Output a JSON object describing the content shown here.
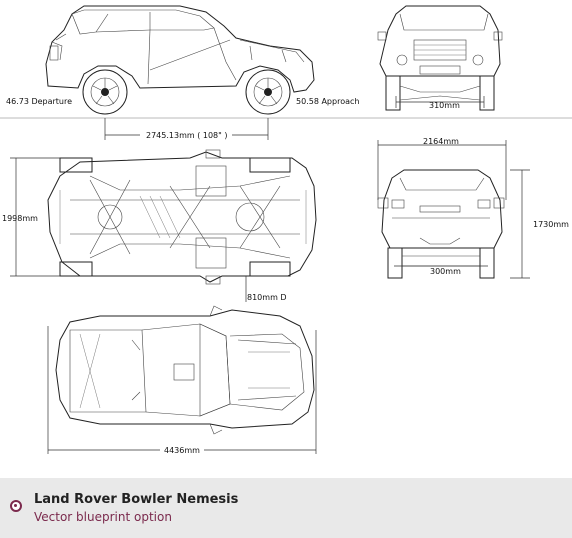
{
  "dimensions": {
    "departure": "46.73 Departure",
    "approach": "50.58 Approach",
    "wheelbase": "2745.13mm ( 108\" )",
    "front_track_top": "310mm",
    "rear_width": "2164mm",
    "body_width": "1998mm",
    "height": "1730mm",
    "rear_track": "300mm",
    "ground_clearance": "810mm D",
    "length": "4436mm"
  },
  "footer": {
    "title": "Land Rover Bowler Nemesis",
    "subtitle": "Vector blueprint option"
  }
}
